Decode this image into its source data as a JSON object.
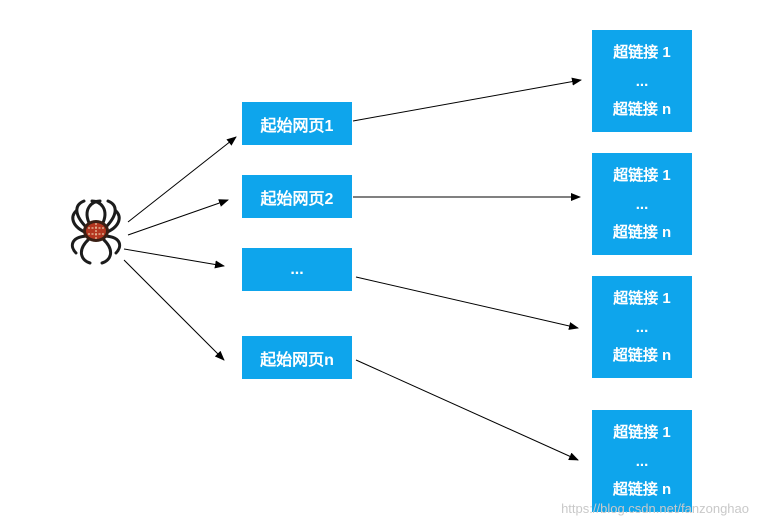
{
  "spider_icon": "spider-icon",
  "colors": {
    "box": "#0ea5ec",
    "text": "#ffffff",
    "arrow": "#000000"
  },
  "start_pages": [
    {
      "label": "起始网页1"
    },
    {
      "label": "起始网页2"
    },
    {
      "label": "..."
    },
    {
      "label": "起始网页n"
    }
  ],
  "link_groups": [
    {
      "first": "超链接 1",
      "ellipsis": "...",
      "last": "超链接  n"
    },
    {
      "first": "超链接 1",
      "ellipsis": "...",
      "last": "超链接  n"
    },
    {
      "first": "超链接 1",
      "ellipsis": "...",
      "last": "超链接  n"
    },
    {
      "first": "超链接 1",
      "ellipsis": "...",
      "last": "超链接  n"
    }
  ],
  "watermark": "https://blog.csdn.net/fanzonghao"
}
